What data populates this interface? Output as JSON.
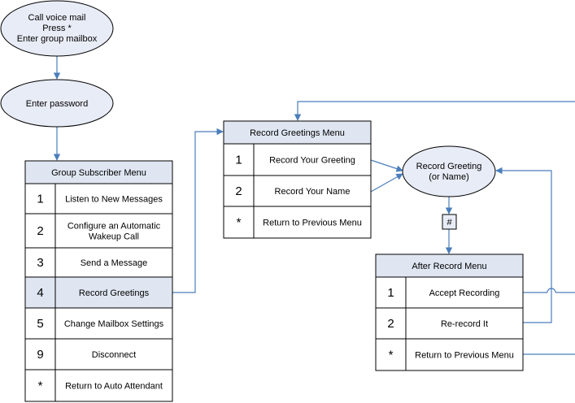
{
  "colors": {
    "line": "#4a7ebb",
    "node_fill": "#e8ecf6",
    "header_fill": "#dfe6f2",
    "highlight_fill": "#dfe6f2",
    "border": "#000000"
  },
  "start_node": {
    "lines": [
      "Call voice mail",
      "Press *",
      "Enter group mailbox"
    ]
  },
  "password_node": {
    "label": "Enter password"
  },
  "group_menu": {
    "title": "Group Subscriber Menu",
    "rows": [
      {
        "key": "1",
        "lines": [
          "Listen to New Messages"
        ]
      },
      {
        "key": "2",
        "lines": [
          "Configure an Automatic",
          "Wakeup Call"
        ]
      },
      {
        "key": "3",
        "lines": [
          "Send a Message"
        ]
      },
      {
        "key": "4",
        "lines": [
          "Record Greetings"
        ]
      },
      {
        "key": "5",
        "lines": [
          "Change Mailbox Settings"
        ]
      },
      {
        "key": "9",
        "lines": [
          "Disconnect"
        ]
      },
      {
        "key": "*",
        "lines": [
          "Return to Auto Attendant"
        ]
      }
    ]
  },
  "greetings_menu": {
    "title": "Record Greetings Menu",
    "rows": [
      {
        "key": "1",
        "lines": [
          "Record Your Greeting"
        ]
      },
      {
        "key": "2",
        "lines": [
          "Record Your Name"
        ]
      },
      {
        "key": "*",
        "lines": [
          "Return to Previous Menu"
        ]
      }
    ]
  },
  "record_node": {
    "lines": [
      "Record Greeting",
      "(or Name)"
    ]
  },
  "hash_key": {
    "label": "#"
  },
  "after_menu": {
    "title": "After Record Menu",
    "rows": [
      {
        "key": "1",
        "lines": [
          "Accept Recording"
        ]
      },
      {
        "key": "2",
        "lines": [
          "Re-record It"
        ]
      },
      {
        "key": "*",
        "lines": [
          "Return to Previous Menu"
        ]
      }
    ]
  }
}
